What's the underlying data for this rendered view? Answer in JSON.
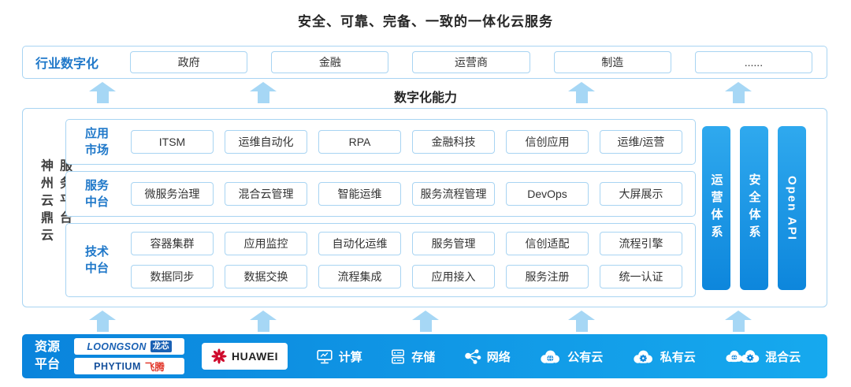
{
  "title": "安全、可靠、完备、一致的一体化云服务",
  "industry": {
    "label": "行业数字化",
    "items": [
      "政府",
      "金融",
      "运营商",
      "制造",
      "......"
    ]
  },
  "capability_label": "数字化能力",
  "platform": {
    "side_label": "神州云鼎云服务平台",
    "rows": [
      {
        "label": [
          "应用",
          "市场"
        ],
        "items": [
          "ITSM",
          "运维自动化",
          "RPA",
          "金融科技",
          "信创应用",
          "运维/运营"
        ]
      },
      {
        "label": [
          "服务",
          "中台"
        ],
        "items": [
          "微服务治理",
          "混合云管理",
          "智能运维",
          "服务流程管理",
          "DevOps",
          "大屏展示"
        ]
      },
      {
        "label": [
          "技术",
          "中台"
        ],
        "items_top": [
          "容器集群",
          "应用监控",
          "自动化运维",
          "服务管理",
          "信创适配",
          "流程引擎"
        ],
        "items_bottom": [
          "数据同步",
          "数据交换",
          "流程集成",
          "应用接入",
          "服务注册",
          "统一认证"
        ]
      }
    ],
    "bars": [
      "运营体系",
      "安全体系",
      "Open API"
    ]
  },
  "resource": {
    "label": [
      "资源",
      "平台"
    ],
    "vendors": {
      "loongson": {
        "brand": "LOONGSON",
        "tag": "龙芯"
      },
      "phytium": {
        "brand": "PHYTIUM",
        "tag": "飞腾"
      },
      "huawei": {
        "brand": "HUAWEI"
      }
    },
    "items": [
      {
        "icon": "compute-icon",
        "label": "计算"
      },
      {
        "icon": "storage-icon",
        "label": "存储"
      },
      {
        "icon": "network-icon",
        "label": "网络"
      },
      {
        "icon": "public-cloud-icon",
        "label": "公有云"
      },
      {
        "icon": "private-cloud-icon",
        "label": "私有云"
      },
      {
        "icon": "hybrid-cloud-icon",
        "label": "混合云"
      }
    ]
  },
  "colors": {
    "accent_blue": "#0d86dc",
    "light_border_blue": "#a8d4f2",
    "arrow_blue": "#a6d7f5",
    "label_blue": "#1f78c9",
    "huawei_red": "#cf0a2c",
    "loongson_blue": "#1a61b4",
    "phytium_red": "#e23a2e"
  }
}
